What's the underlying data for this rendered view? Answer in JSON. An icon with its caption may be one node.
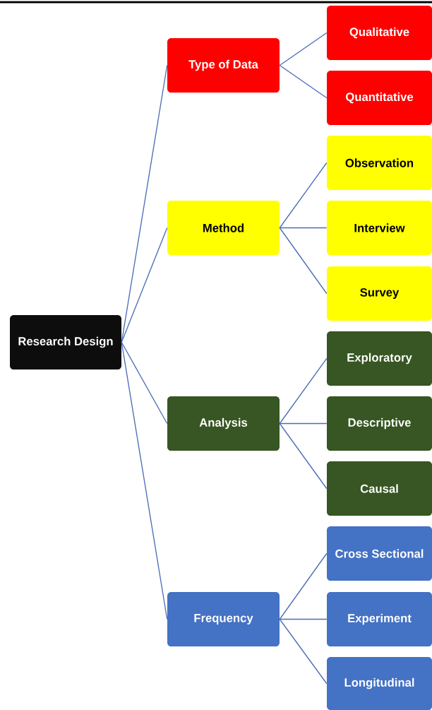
{
  "diagram": {
    "nodes": [
      {
        "text": [
          "Research Design"
        ]
      },
      {
        "text": [
          "Type of Data"
        ]
      },
      {
        "text": [
          "Qualitative"
        ]
      },
      {
        "text": [
          "Quantitative"
        ]
      },
      {
        "text": [
          "Method"
        ]
      },
      {
        "text": [
          "Observation"
        ]
      },
      {
        "text": [
          "Interview"
        ]
      },
      {
        "text": [
          "Survey"
        ]
      },
      {
        "text": [
          "Analysis"
        ]
      },
      {
        "text": [
          "Exploratory"
        ]
      },
      {
        "text": [
          "Descriptive"
        ]
      },
      {
        "text": [
          "Causal"
        ]
      },
      {
        "text": [
          "Frequency"
        ]
      },
      {
        "text": [
          "Cross Sectional"
        ]
      },
      {
        "text": [
          "Experiment"
        ]
      },
      {
        "text": [
          "Longitudinal"
        ]
      }
    ],
    "edges": [
      {
        "from": 0,
        "to": 1,
        "arrow": "none"
      },
      {
        "from": 0,
        "to": 4,
        "arrow": "none"
      },
      {
        "from": 0,
        "to": 8,
        "arrow": "none"
      },
      {
        "from": 0,
        "to": 12,
        "arrow": "none"
      },
      {
        "from": 1,
        "to": 2,
        "arrow": "none"
      },
      {
        "from": 1,
        "to": 3,
        "arrow": "none"
      },
      {
        "from": 4,
        "to": 5,
        "arrow": "none"
      },
      {
        "from": 4,
        "to": 6,
        "arrow": "none"
      },
      {
        "from": 4,
        "to": 7,
        "arrow": "none"
      },
      {
        "from": 8,
        "to": 9,
        "arrow": "none"
      },
      {
        "from": 8,
        "to": 10,
        "arrow": "none"
      },
      {
        "from": 8,
        "to": 11,
        "arrow": "none"
      },
      {
        "from": 12,
        "to": 13,
        "arrow": "none"
      },
      {
        "from": 12,
        "to": 14,
        "arrow": "none"
      },
      {
        "from": 12,
        "to": 15,
        "arrow": "none"
      }
    ]
  }
}
